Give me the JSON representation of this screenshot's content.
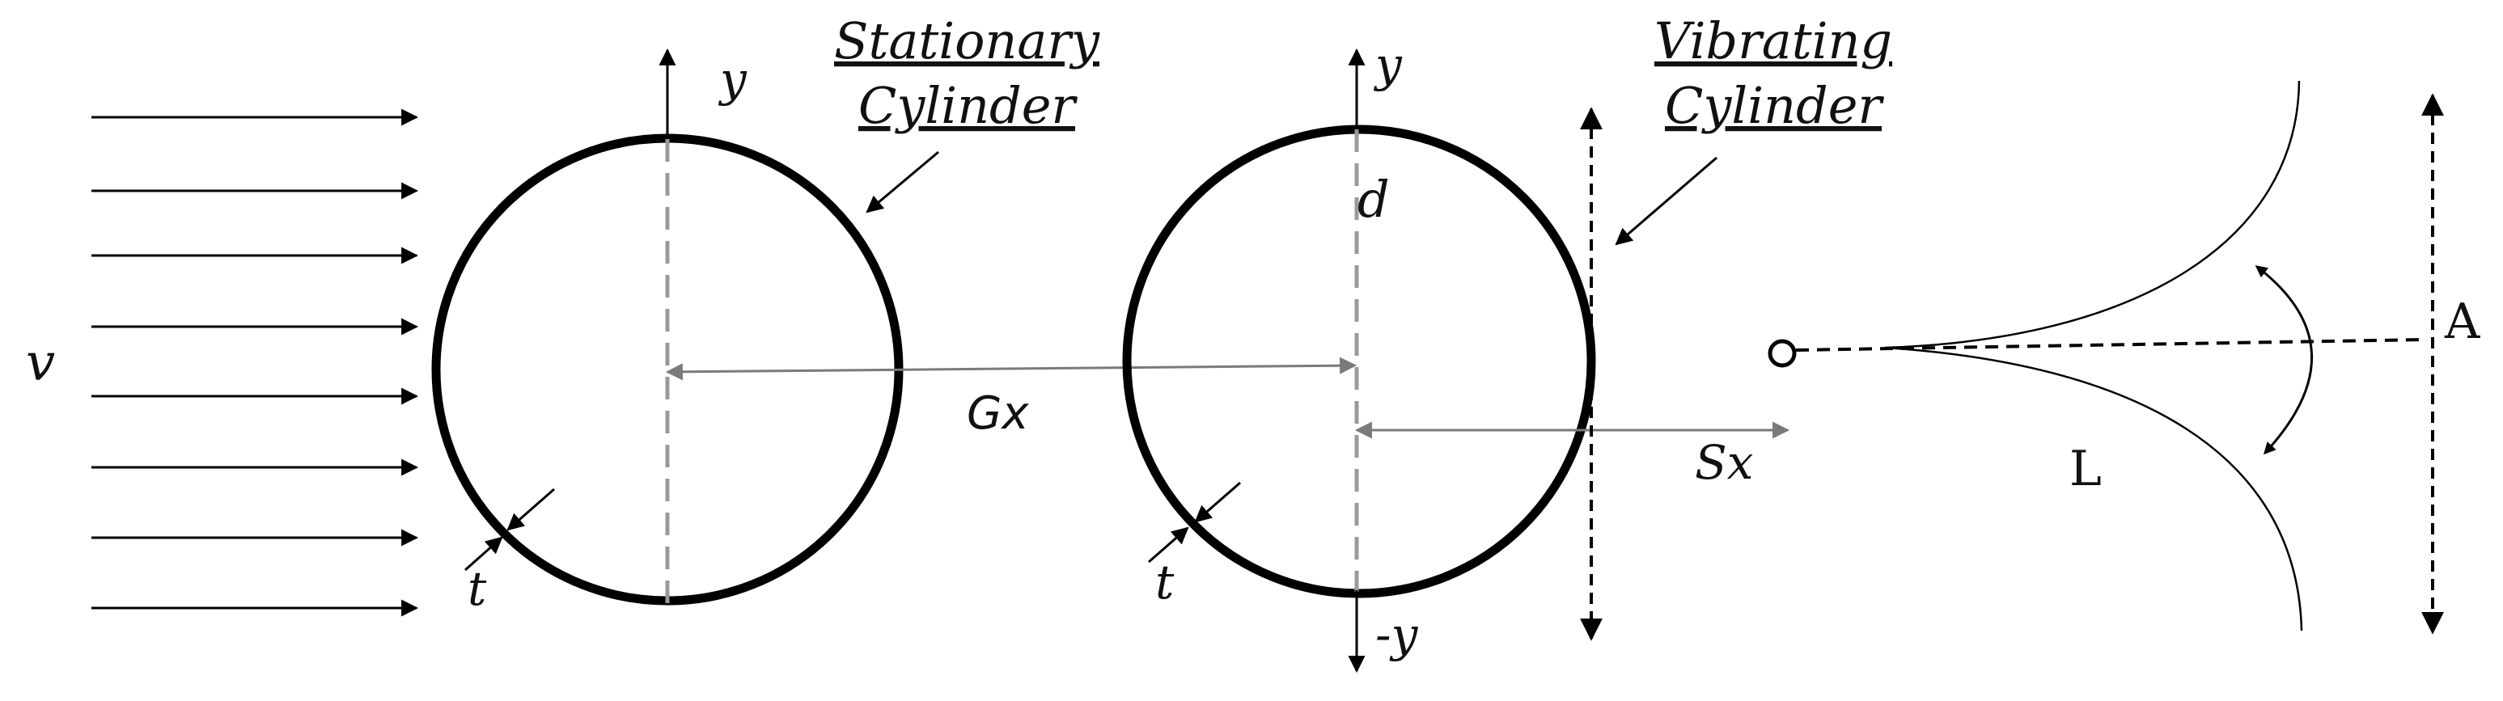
{
  "labels": {
    "velocity": "v",
    "stationary_caption_line1": "Stationary",
    "stationary_caption_line2": "Cylinder",
    "vibrating_caption_line1": "Vibrating",
    "vibrating_caption_line2": "Cylinder",
    "y_axis_left": "y",
    "y_axis_right": "y",
    "neg_y_axis": "-y",
    "diameter": "d",
    "gap": "Gx",
    "spacing": "Sx",
    "thickness_left": "t",
    "thickness_right": "t",
    "amplitude": "A",
    "length": "L"
  },
  "colors": {
    "stroke": "#000000",
    "dimension": "#7a7a7a",
    "dashed_axis": "#9a9a9a"
  }
}
